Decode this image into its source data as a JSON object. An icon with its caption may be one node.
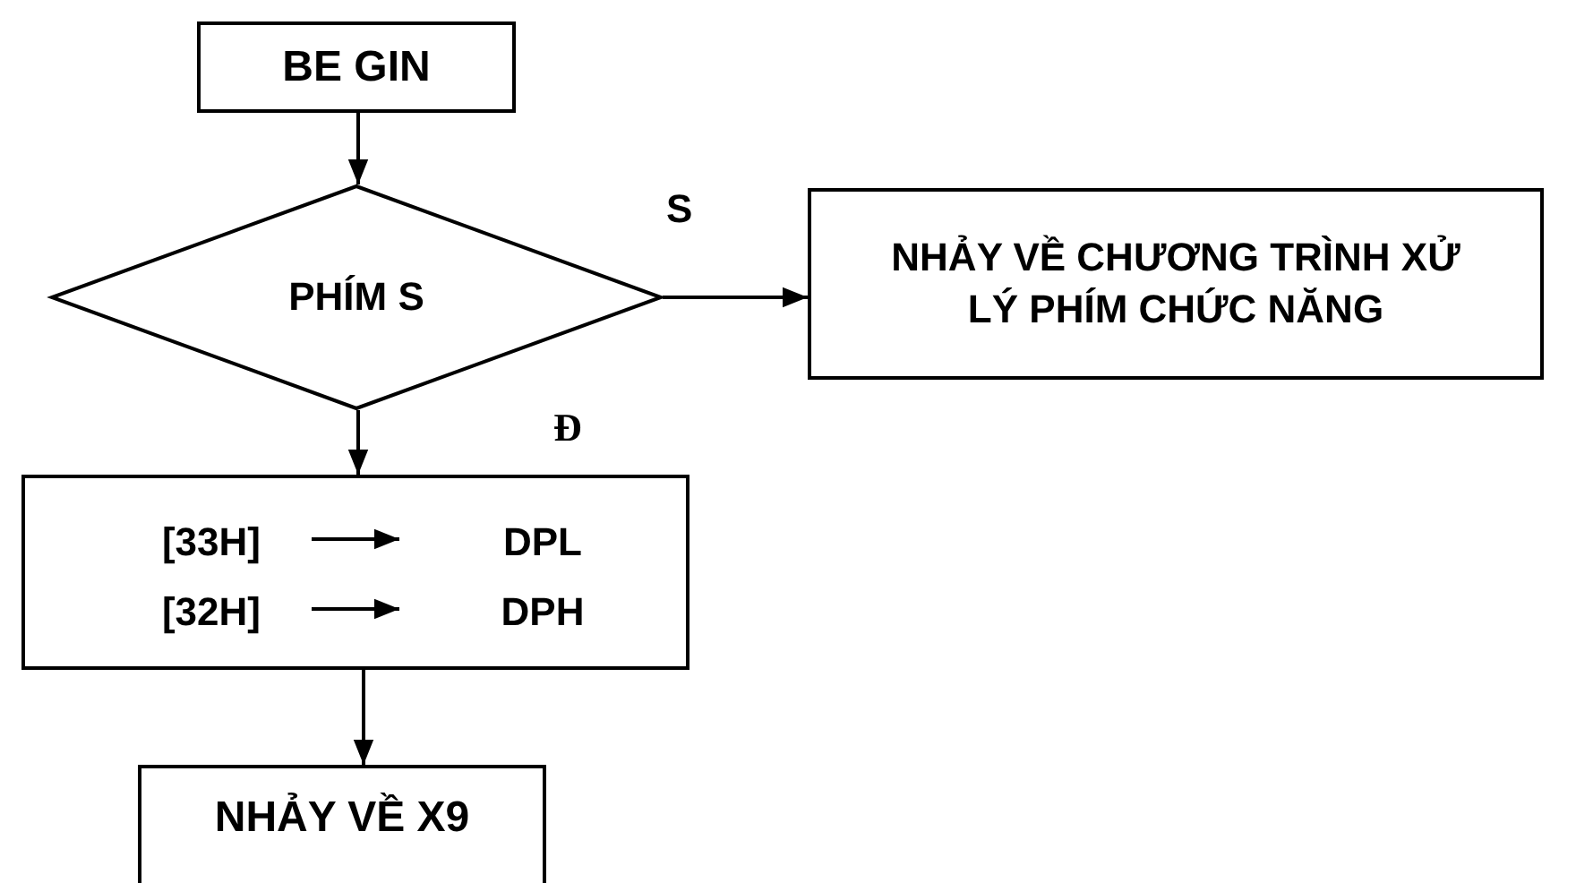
{
  "diagram": {
    "nodes": [
      {
        "text": [
          "BE GIN"
        ]
      },
      {
        "text": [
          "PHÍM S"
        ]
      },
      {
        "text": [
          "NHẢY VỀ CHƯƠNG TRÌNH XỬ LÝ PHÍM CHỨC NĂNG"
        ]
      },
      {
        "text": [],
        "shape": "box"
      },
      {
        "text": [
          "[33H]"
        ],
        "in": 3
      },
      {
        "text": [
          "DPL"
        ],
        "in": 3
      },
      {
        "text": [
          "[32H]"
        ],
        "in": 3
      },
      {
        "text": [
          "DPH"
        ],
        "in": 3
      },
      {
        "text": [
          "NHẢY VỀ X9"
        ]
      }
    ],
    "edges": [
      {
        "from": 0,
        "to": 1,
        "arrow": "to"
      },
      {
        "from": 1,
        "to": 2,
        "arrow": "to",
        "label": "S"
      },
      {
        "from": 1,
        "to": 3,
        "arrow": "to",
        "label": "Đ"
      },
      {
        "from": 4,
        "to": 5,
        "arrow": "to"
      },
      {
        "from": 6,
        "to": 7,
        "arrow": "to"
      },
      {
        "from": 3,
        "to": 8,
        "arrow": "to"
      }
    ]
  }
}
